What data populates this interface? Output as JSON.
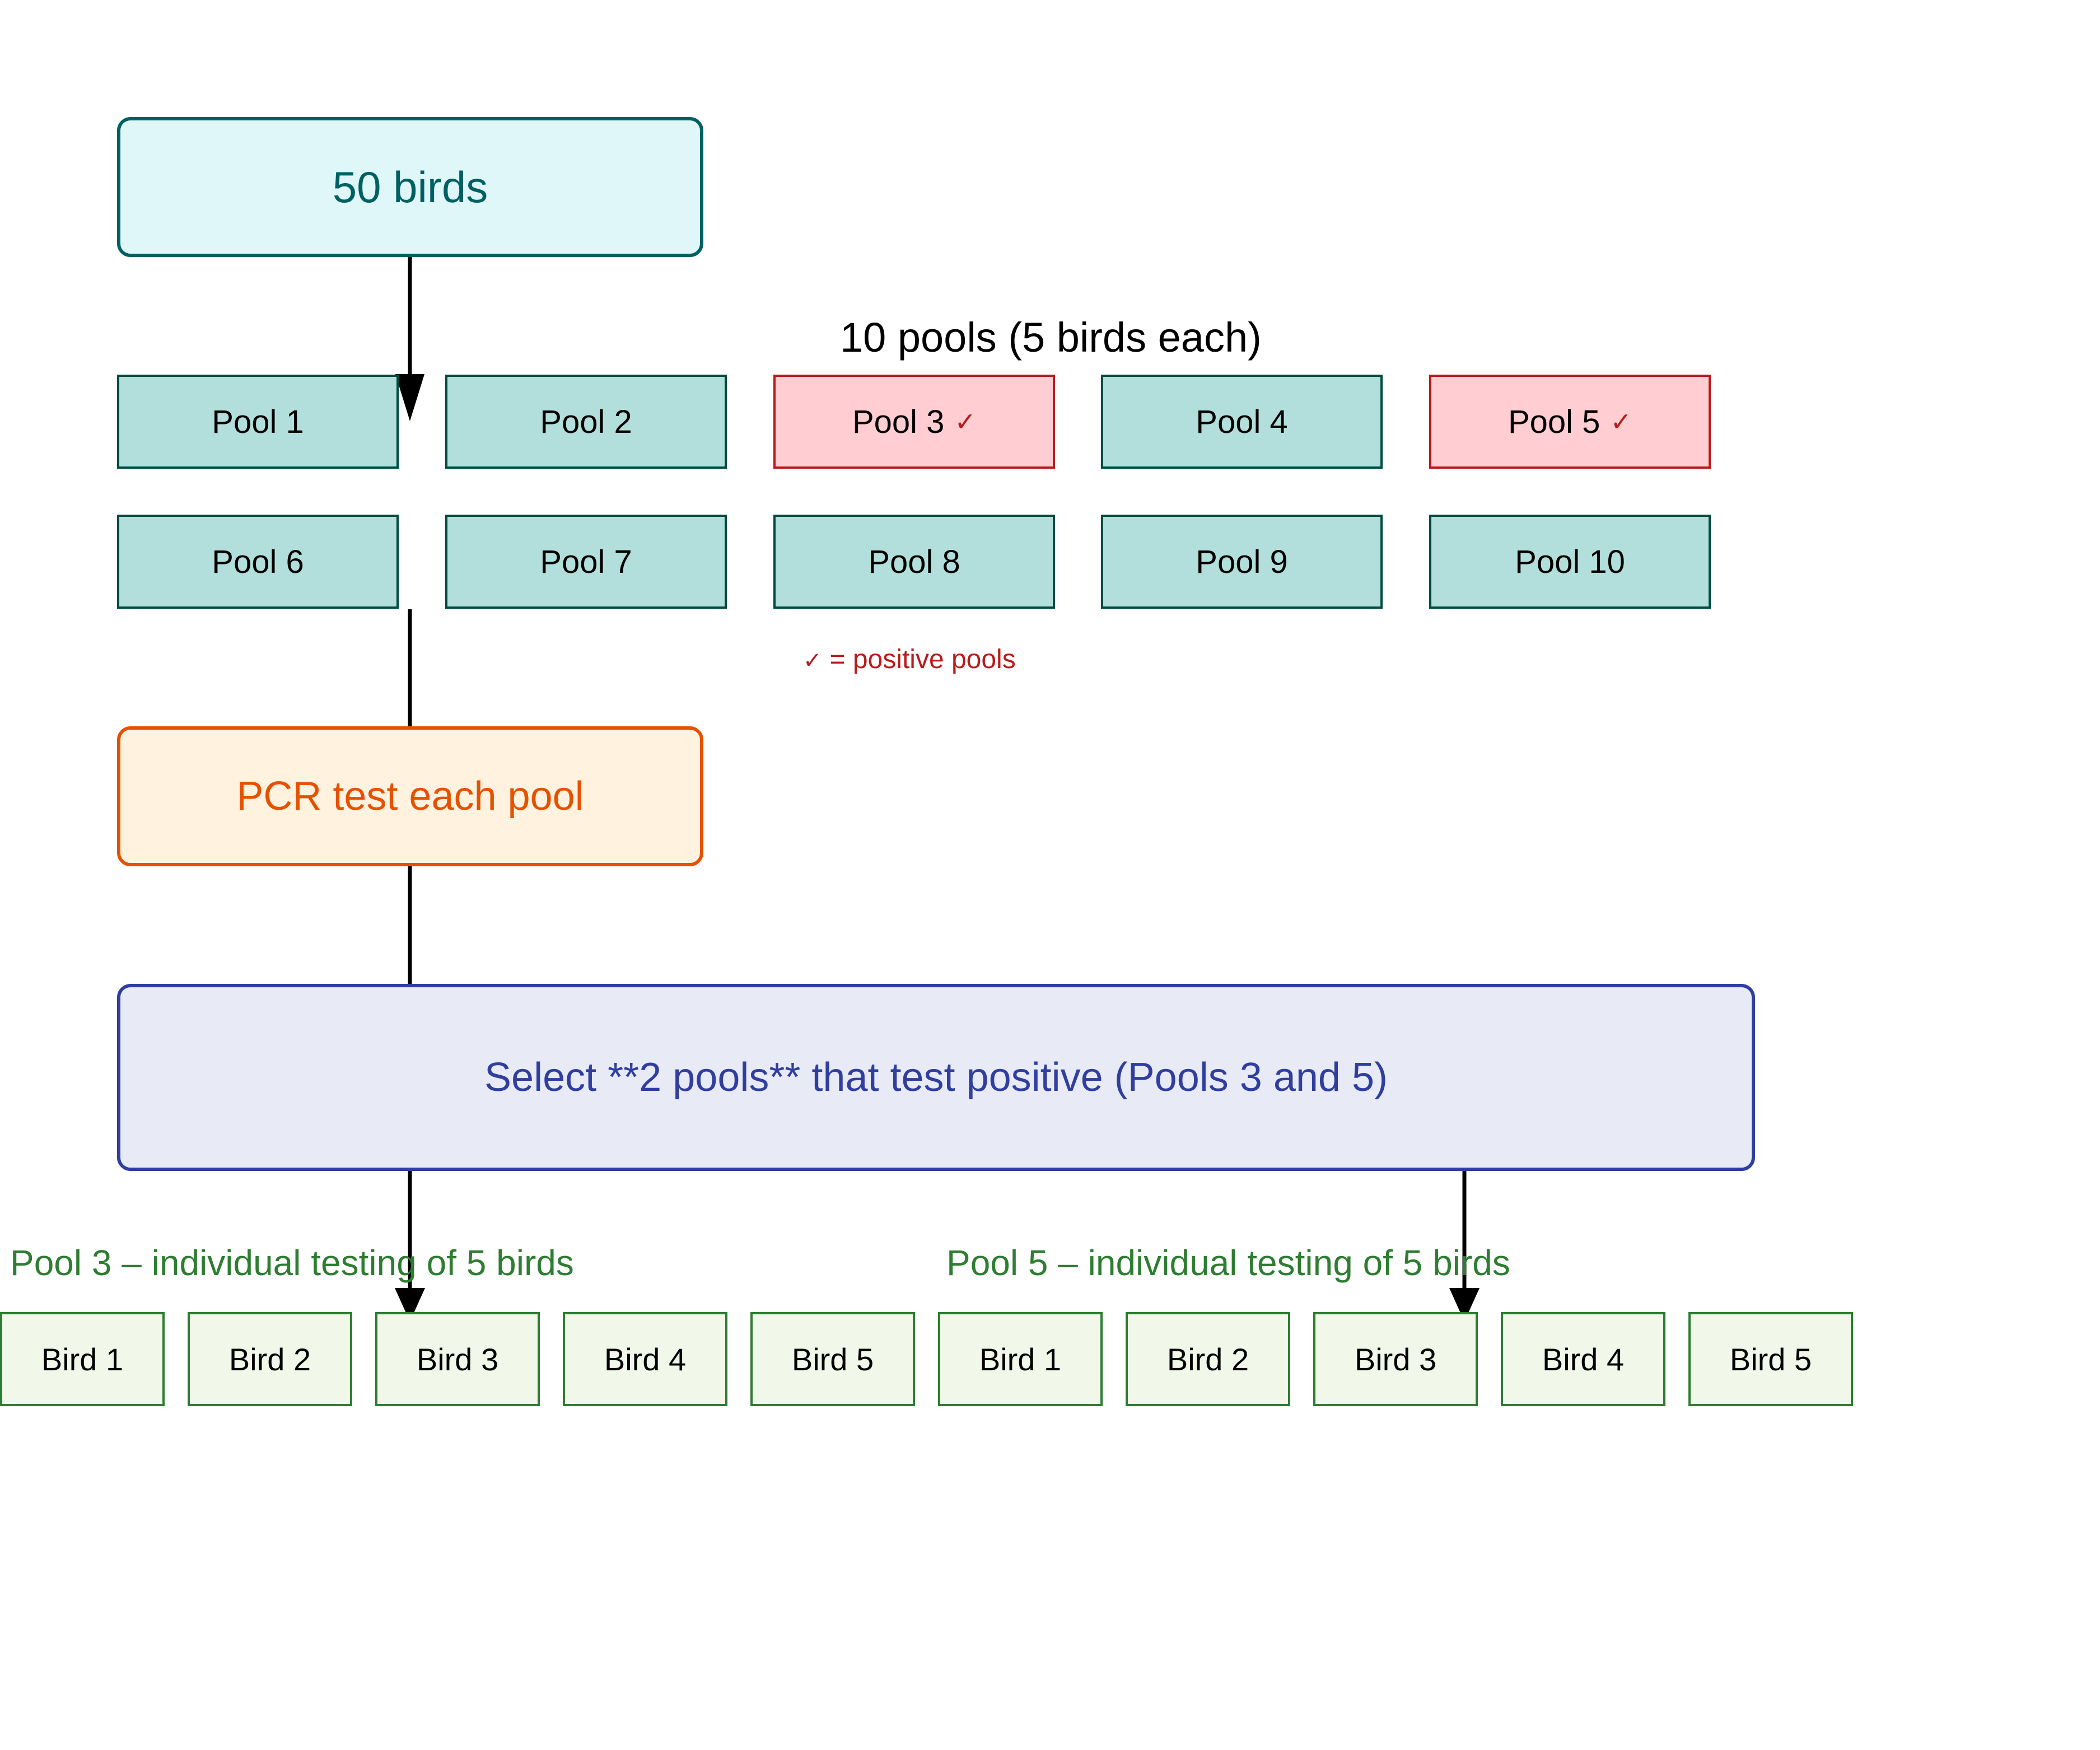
{
  "start_label": "50 birds",
  "pools_title": "10 pools (5 birds each)",
  "positive_mark": "✓",
  "legend_text": "= positive pools",
  "pools": [
    {
      "label": "Pool 1",
      "positive": false
    },
    {
      "label": "Pool 2",
      "positive": false
    },
    {
      "label": "Pool 3",
      "positive": true
    },
    {
      "label": "Pool 4",
      "positive": false
    },
    {
      "label": "Pool 5",
      "positive": true
    },
    {
      "label": "Pool 6",
      "positive": false
    },
    {
      "label": "Pool 7",
      "positive": false
    },
    {
      "label": "Pool 8",
      "positive": false
    },
    {
      "label": "Pool 9",
      "positive": false
    },
    {
      "label": "Pool 10",
      "positive": false
    }
  ],
  "pcr_label": "PCR test each pool",
  "select_label": "Select **2 pools** that test positive (Pools 3 and 5)",
  "groups": [
    {
      "label": "Pool 3 – individual testing of 5 birds",
      "birds": [
        "Bird 1",
        "Bird 2",
        "Bird 3",
        "Bird 4",
        "Bird 5"
      ]
    },
    {
      "label": "Pool 5 – individual testing of 5 birds",
      "birds": [
        "Bird 1",
        "Bird 2",
        "Bird 3",
        "Bird 4",
        "Bird 5"
      ]
    }
  ],
  "colors": {
    "start": "#006064",
    "pcr": "#e65100",
    "select": "#303f9f",
    "pool": "#b2dfdb",
    "positive": "#b71c1c",
    "bird": "#2e7d32"
  }
}
